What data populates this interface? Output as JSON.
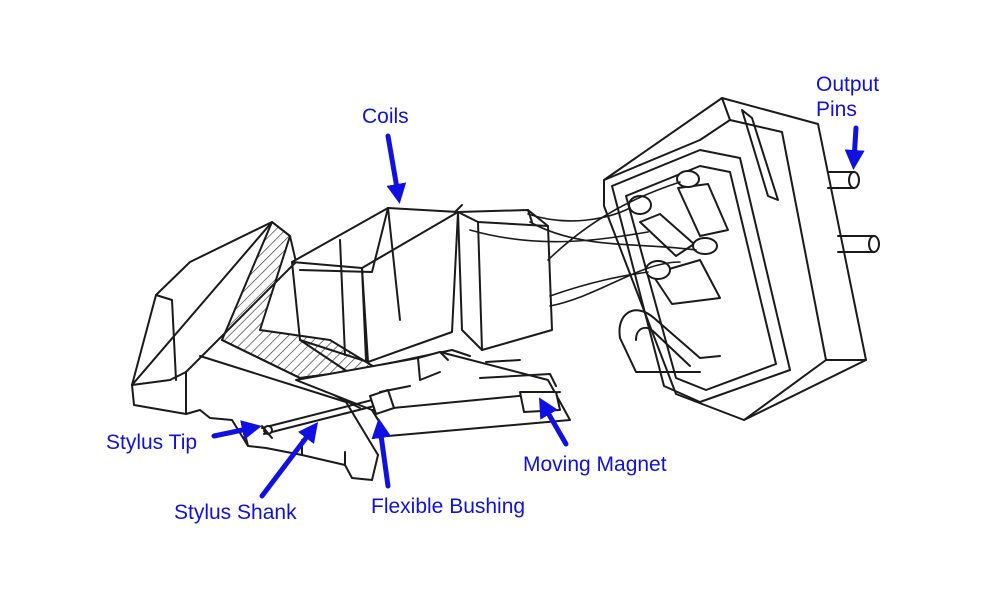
{
  "colors": {
    "label": "#1010e0",
    "arrow": "#1010e0",
    "line": "#1a1a1a",
    "hatch": "#333333",
    "background": "#ffffff"
  },
  "labels": {
    "coils": "Coils",
    "output_pins_line1": "Output",
    "output_pins_line2": "Pins",
    "stylus_tip": "Stylus Tip",
    "stylus_shank": "Stylus Shank",
    "flexible_bushing": "Flexible Bushing",
    "moving_magnet": "Moving Magnet"
  }
}
